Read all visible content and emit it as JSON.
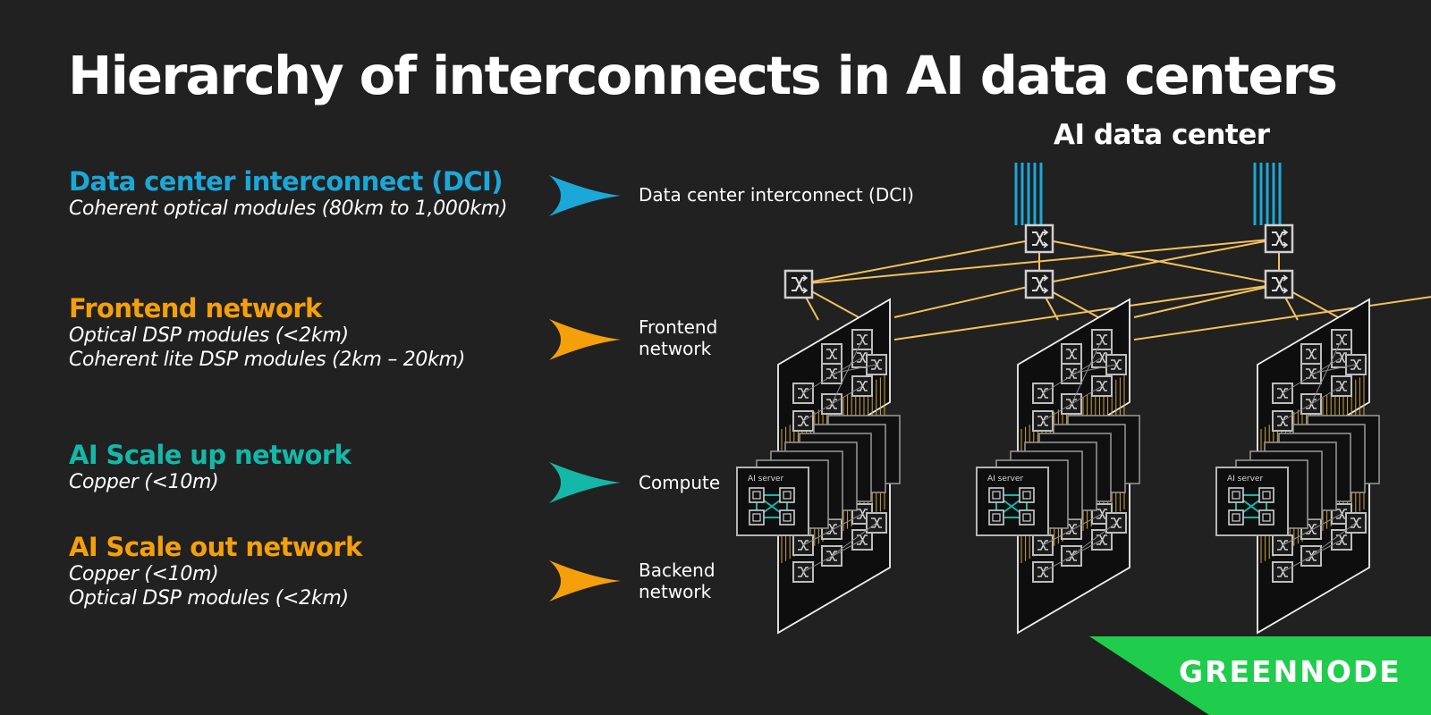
{
  "title": "Hierarchy of interconnects in AI data centers",
  "diagram_label": "AI data center",
  "tiers": [
    {
      "heading": "Data center interconnect (DCI)",
      "lines": [
        "Coherent optical modules (80km to 1,000km)"
      ],
      "color": "#1ba8d8",
      "arrow_label": "Data center interconnect (DCI)"
    },
    {
      "heading": "Frontend network",
      "lines": [
        "Optical DSP modules (<2km)",
        "Coherent lite DSP modules (2km – 20km)"
      ],
      "color": "#f5a00b",
      "arrow_label": "Frontend network"
    },
    {
      "heading": "AI Scale up network",
      "lines": [
        "Copper (<10m)"
      ],
      "color": "#14b8a8",
      "arrow_label": "Compute"
    },
    {
      "heading": "AI Scale out network",
      "lines": [
        "Copper (<10m)",
        "Optical DSP modules (<2km)"
      ],
      "color": "#f5a00b",
      "arrow_label": "Backend network"
    }
  ],
  "server_label": "AI server",
  "logo_text": "GREENNODE",
  "colors": {
    "background": "#212121",
    "dci": "#1ba8d8",
    "frontend": "#f5a00b",
    "scale_up": "#14b8a8",
    "link": "#f2c15a",
    "logo": "#1fcc4c"
  }
}
